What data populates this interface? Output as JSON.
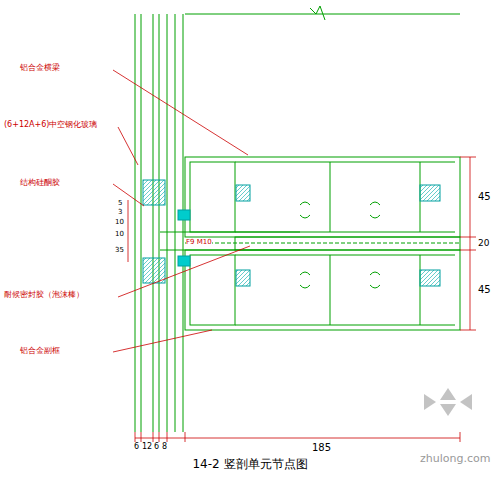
{
  "diagram": {
    "caption": "14-2 竖剖单元节点图",
    "labels": [
      "铝合金横梁",
      "(6+12A+6)中空钢化玻璃",
      "结构硅酮胶",
      "耐候密封胶（泡沫棒）",
      "铝合金副框",
      "F9 M10",
      "45",
      "20",
      "45",
      "6",
      "12",
      "6",
      "8",
      "185",
      "5",
      "3",
      "10",
      "10",
      "35",
      "zhulong.com"
    ]
  }
}
